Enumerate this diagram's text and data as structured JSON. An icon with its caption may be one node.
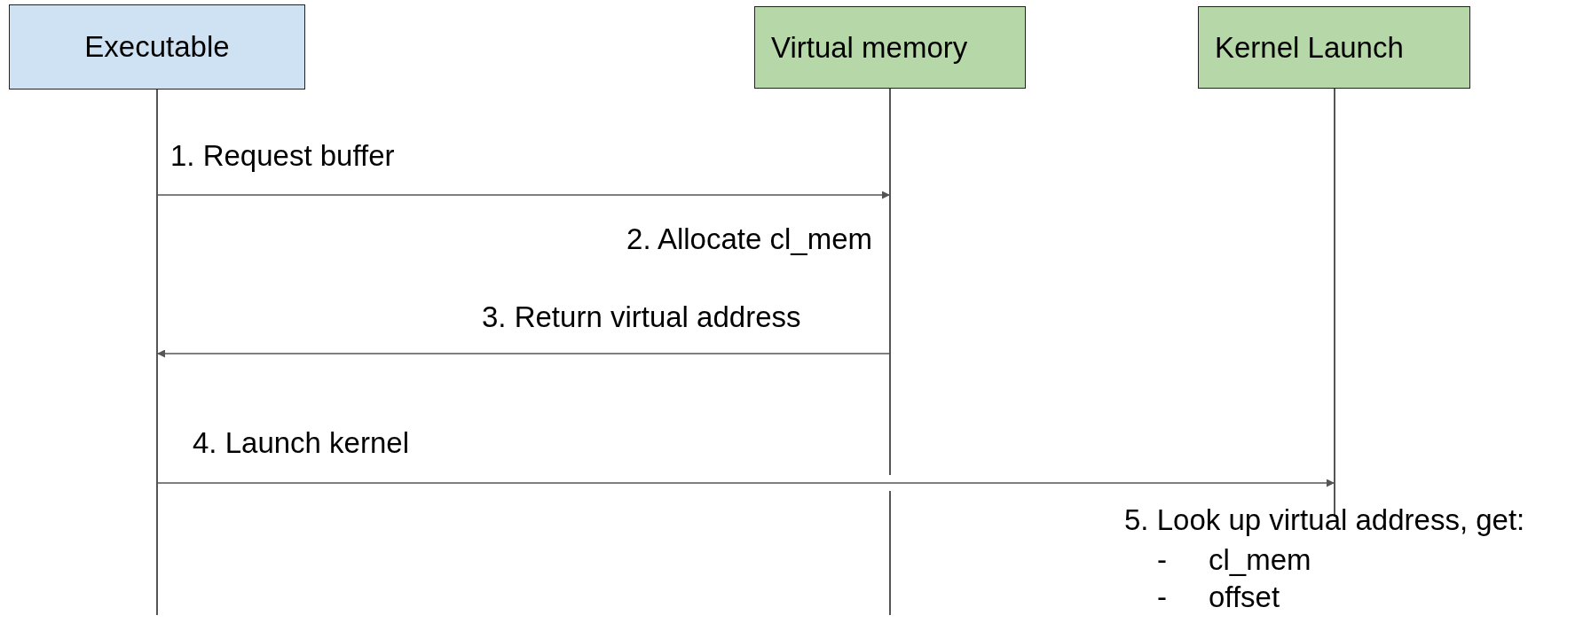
{
  "diagram": {
    "nodes": [
      {
        "text": [
          "Executable"
        ]
      },
      {
        "text": [
          "Virtual memory"
        ]
      },
      {
        "text": [
          "Kernel Launch"
        ]
      }
    ],
    "edges": [
      {
        "from": 0,
        "to": 1,
        "arrow": "to",
        "label": "1. Request buffer"
      },
      {
        "from": 1,
        "to": 0,
        "arrow": "to",
        "label": "3. Return virtual address"
      },
      {
        "from": 0,
        "to": 2,
        "arrow": "to",
        "label": "4. Launch kernel"
      }
    ],
    "labels": [
      "2. Allocate cl_mem",
      "5. Look up virtual address, get:",
      "-",
      "cl_mem",
      "-",
      "offset"
    ]
  }
}
